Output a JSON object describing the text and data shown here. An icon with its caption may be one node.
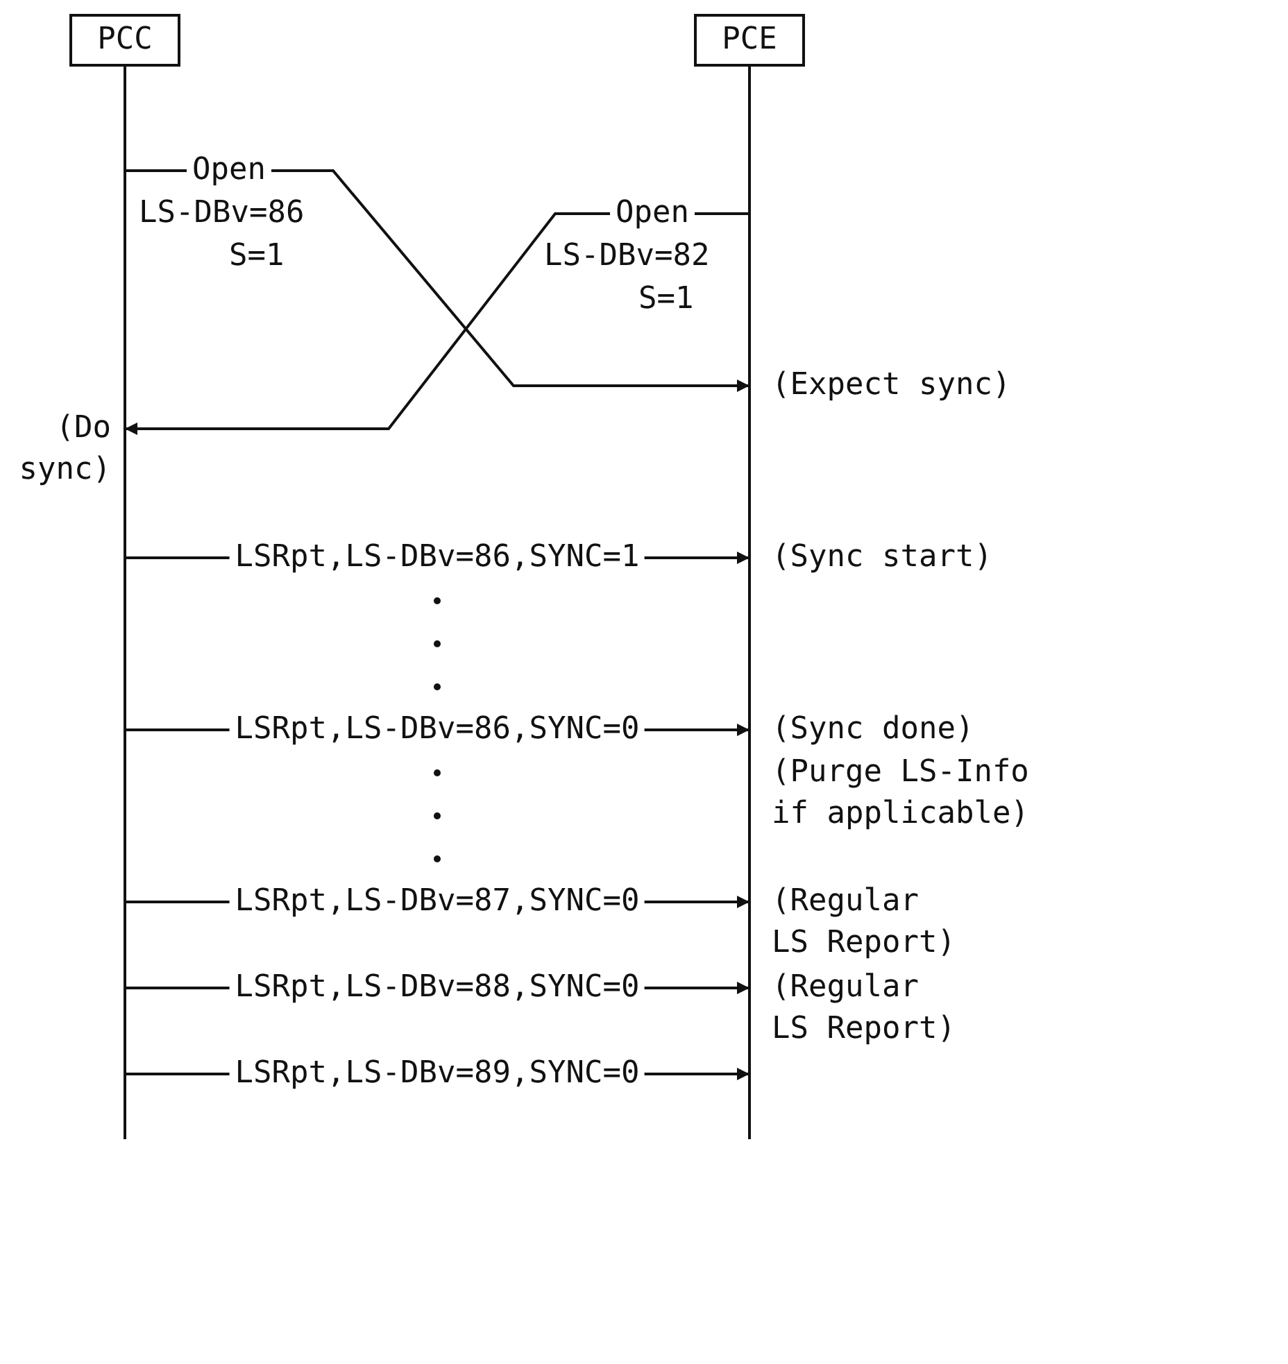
{
  "diagram": {
    "nodes": [
      {
        "text": [
          "PCC"
        ]
      },
      {
        "text": [
          "PCE"
        ]
      }
    ],
    "edges": [
      {
        "from": 0,
        "to": 1,
        "arrow": "to",
        "label": "Open"
      },
      {
        "from": 1,
        "to": 0,
        "arrow": "to",
        "label": "Open"
      },
      {
        "from": 0,
        "to": 1,
        "arrow": "to",
        "label": "LSRpt,LS-DBv=86,SYNC=1"
      },
      {
        "from": 0,
        "to": 1,
        "arrow": "to",
        "label": "LSRpt,LS-DBv=86,SYNC=0"
      },
      {
        "from": 0,
        "to": 1,
        "arrow": "to",
        "label": "LSRpt,LS-DBv=87,SYNC=0"
      },
      {
        "from": 0,
        "to": 1,
        "arrow": "to",
        "label": "LSRpt,LS-DBv=88,SYNC=0"
      },
      {
        "from": 0,
        "to": 1,
        "arrow": "to",
        "label": "LSRpt,LS-DBv=89,SYNC=0"
      }
    ],
    "labels": [
      "LS-DBv=86",
      "S=1",
      "LS-DBv=82",
      "S=1",
      "(Expect sync)",
      "(Do sync)",
      "(Sync start)",
      "(Sync done)",
      "(Purge LS-Info if applicable)",
      "(Regular LS Report)",
      "(Regular LS Report)"
    ]
  }
}
